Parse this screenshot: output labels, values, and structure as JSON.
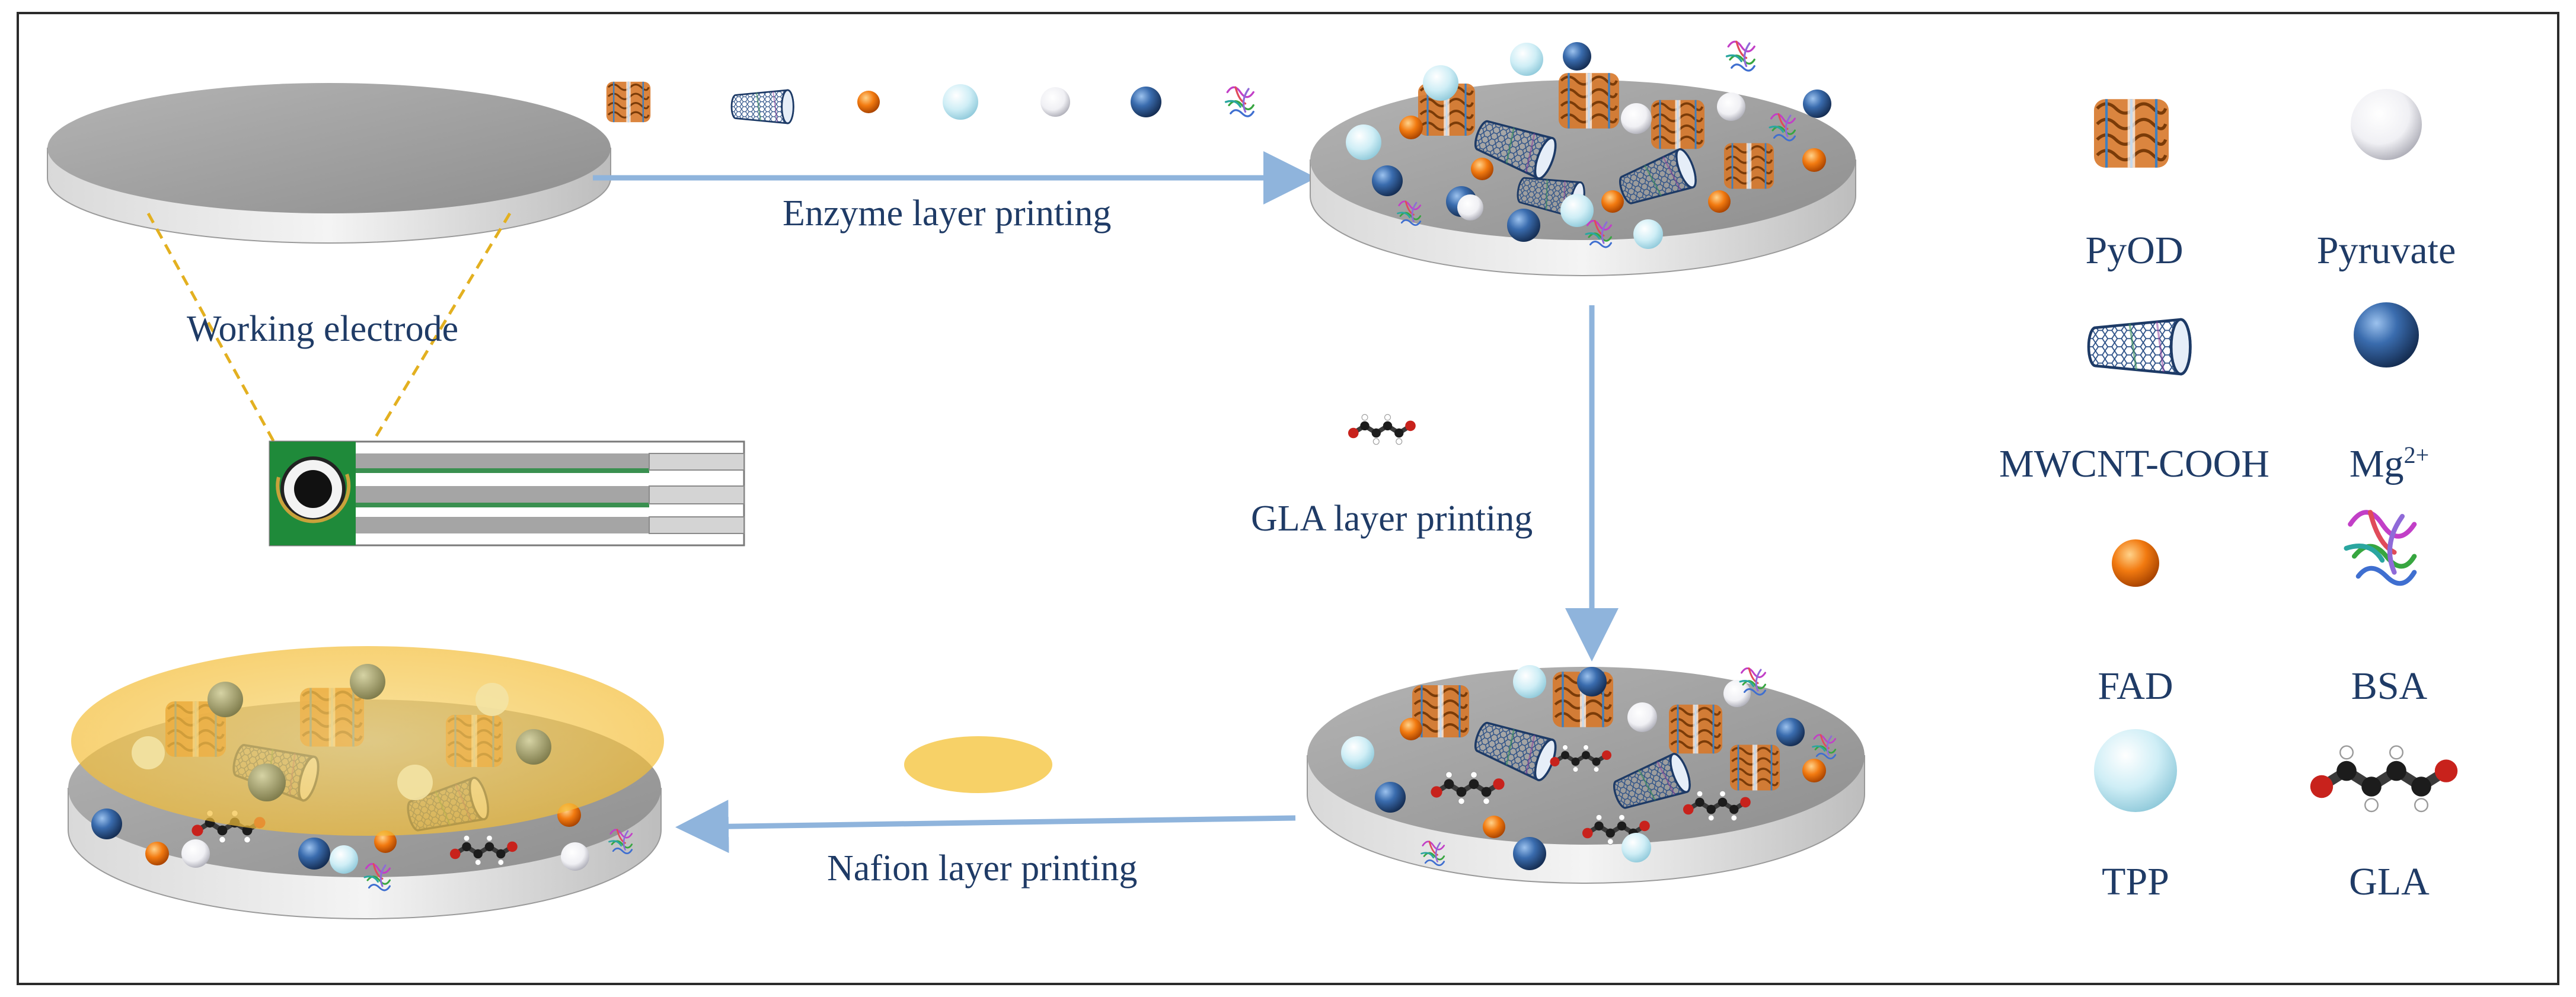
{
  "steps": {
    "working_electrode": "Working electrode",
    "enzyme_layer": "Enzyme layer printing",
    "gla_layer": "GLA layer printing",
    "nafion_layer": "Nafion layer printing"
  },
  "legend": {
    "pyod": "PyOD",
    "pyruvate": "Pyruvate",
    "mwcnt": "MWCNT-COOH",
    "mg_base": "Mg",
    "mg_sup": "2+",
    "fad": "FAD",
    "bsa": "BSA",
    "tpp": "TPP",
    "gla": "GLA"
  },
  "colors": {
    "label_text": "#1f3b66",
    "arrow": "#8fb4dc",
    "electrode_gray": "#a9a9a9",
    "electrode_green": "#1f8a3a",
    "nafion_yellow": "#f6c94c",
    "fad_orange": "#f07a12",
    "mg_blue": "#2f5f9e",
    "tpp_cyan": "#bfe6f1",
    "cnt_blue": "#2a4f86"
  },
  "icons": {
    "pyod": "enzyme-protein-icon",
    "pyruvate": "clear-sphere-icon",
    "mwcnt": "carbon-nanotube-icon",
    "mg": "blue-sphere-icon",
    "fad": "orange-sphere-icon",
    "bsa": "protein-ribbon-icon",
    "tpp": "light-blue-sphere-icon",
    "gla": "ball-and-stick-molecule-icon"
  }
}
